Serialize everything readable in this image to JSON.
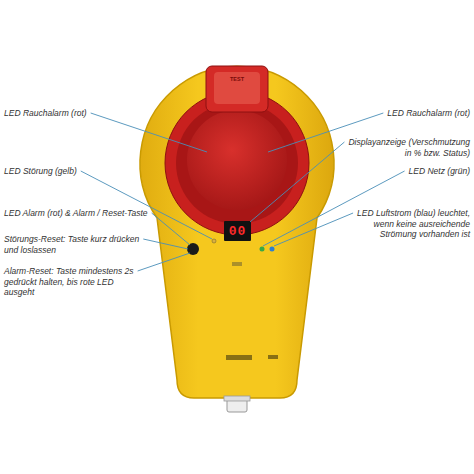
{
  "diagram": {
    "labels": [
      "TEST",
      "LED Rauchalarm (rot)",
      "LED Rauchalarm (rot)",
      "Displayanzeige (Verschmutzung in % bzw. Status)",
      "LED Störung (gelb)",
      "LED Netz (grün)",
      "LED Alarm (rot) & Alarm / Reset-Taste",
      "LED Luftstrom (blau) leuchtet, wenn keine ausreichende Strömung vorhanden ist",
      "Störungs-Reset: Taste kurz drücken und loslassen",
      "Alarm-Reset: Taste mindestens 2s gedrückt halten, bis rote LED ausgeht",
      "00"
    ]
  }
}
